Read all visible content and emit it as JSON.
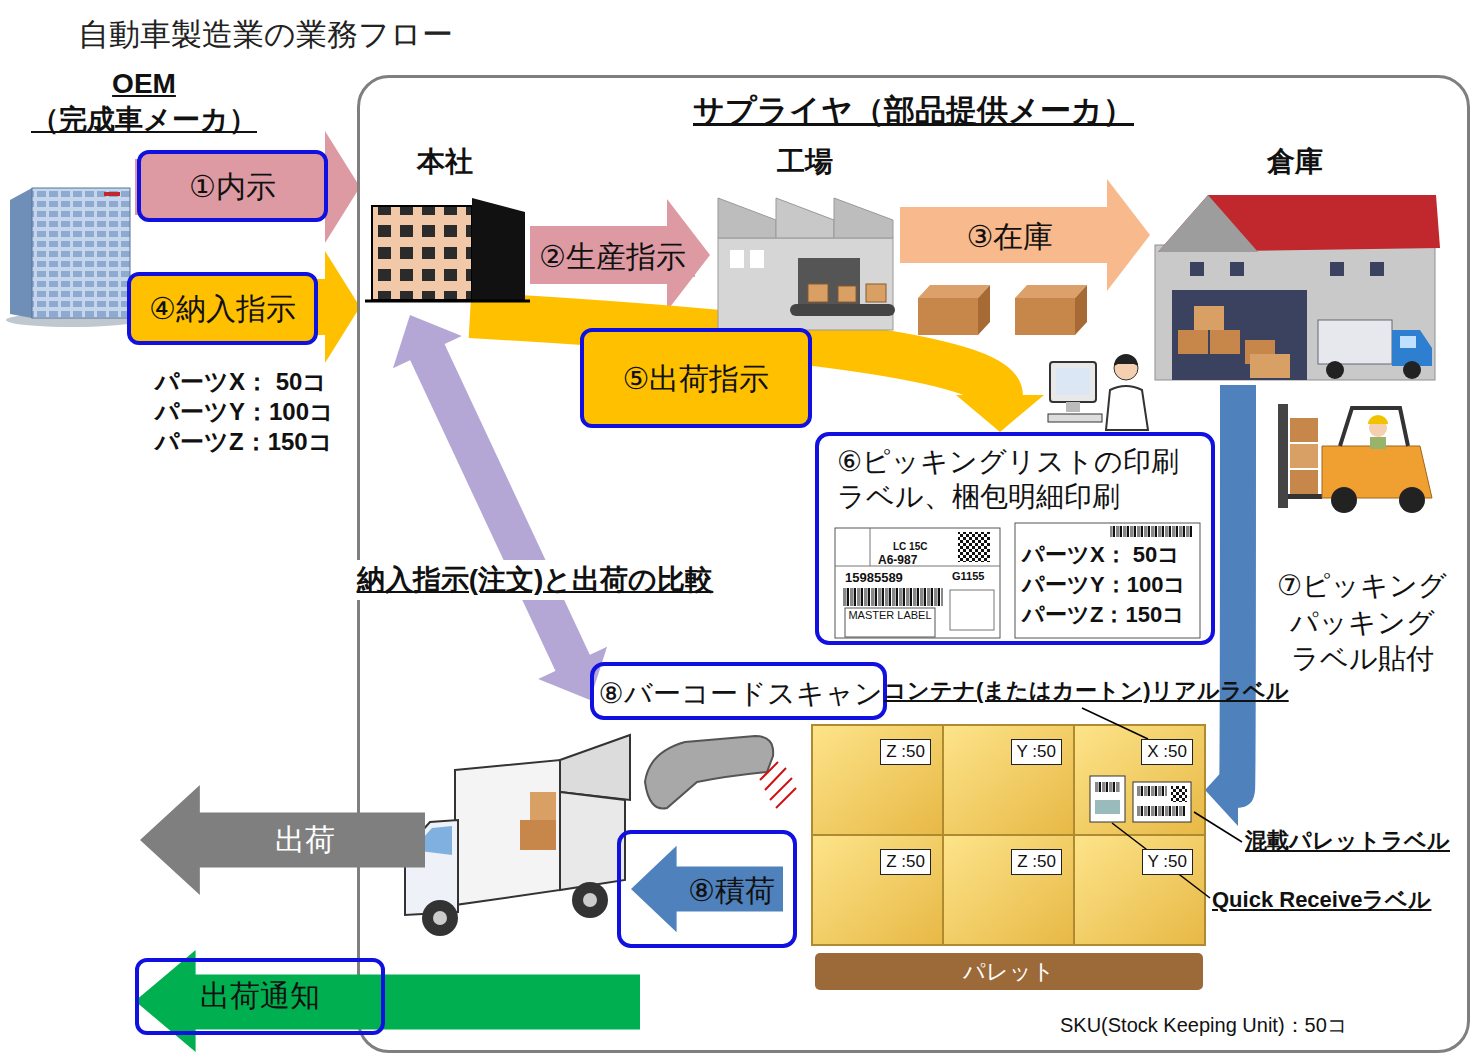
{
  "diagram": {
    "title": "自動車製造業の業務フロー",
    "nodes": [
      {
        "text": [
          "OEM （完成車メーカ）"
        ]
      },
      {
        "text": [
          "サプライヤ（部品提供メーカ）"
        ]
      },
      {
        "text": [
          "本社"
        ],
        "in": 1
      },
      {
        "text": [
          "工場"
        ],
        "in": 1
      },
      {
        "text": [
          "倉庫"
        ],
        "in": 1
      },
      {
        "text": [
          "⑥ピッキングリストの印刷 ラベル、梱包明細印刷"
        ],
        "in": 1
      },
      {
        "text": [
          "⑧バーコードスキャン"
        ],
        "in": 1
      },
      {
        "text": [
          "⑧積荷"
        ],
        "in": 1
      },
      {
        "text": [
          "Z :50"
        ],
        "in": 1
      },
      {
        "text": [
          "Y :50"
        ],
        "in": 1
      },
      {
        "text": [
          "X :50"
        ],
        "in": 1
      },
      {
        "text": [
          "Z :50"
        ],
        "in": 1
      },
      {
        "text": [
          "Z :50"
        ],
        "in": 1
      },
      {
        "text": [
          "Y :50"
        ],
        "in": 1
      },
      {
        "text": [
          "パレット"
        ],
        "in": 1
      },
      {
        "text": [
          "出荷"
        ]
      },
      {
        "text": [
          "出荷通知"
        ]
      }
    ],
    "edges": [
      {
        "from": 0,
        "to": 2,
        "label": "①内示",
        "arrow": "to"
      },
      {
        "from": 0,
        "to": 2,
        "label": "④納入指示",
        "arrow": "to"
      },
      {
        "from": 2,
        "to": 3,
        "label": "②生産指示",
        "arrow": "to"
      },
      {
        "from": 3,
        "to": 4,
        "label": "③在庫",
        "arrow": "to"
      },
      {
        "from": 2,
        "to": 5,
        "label": "⑤出荷指示",
        "arrow": "to"
      },
      {
        "from": 4,
        "to": 10,
        "label": "⑦ピッキング パッキング ラベル貼付",
        "arrow": "to"
      },
      {
        "from": 2,
        "to": 6,
        "label": "納入指示(注文)と出荷の比較",
        "arrow": "both"
      }
    ],
    "labels": [
      "パーツX： 50コ",
      "パーツY：100コ",
      "パーツZ：150コ",
      "LC 15C",
      "A6-987",
      "15985589",
      "G1155",
      "MASTER LABEL",
      "パーツX： 50コ",
      "パーツY：100コ",
      "パーツZ：150コ",
      "コンテナ(またはカートン)リアルラベル",
      "混載パレットラベル",
      "Quick Receiveラベル",
      "SKU(Stock Keeping Unit)：50コ"
    ]
  }
}
